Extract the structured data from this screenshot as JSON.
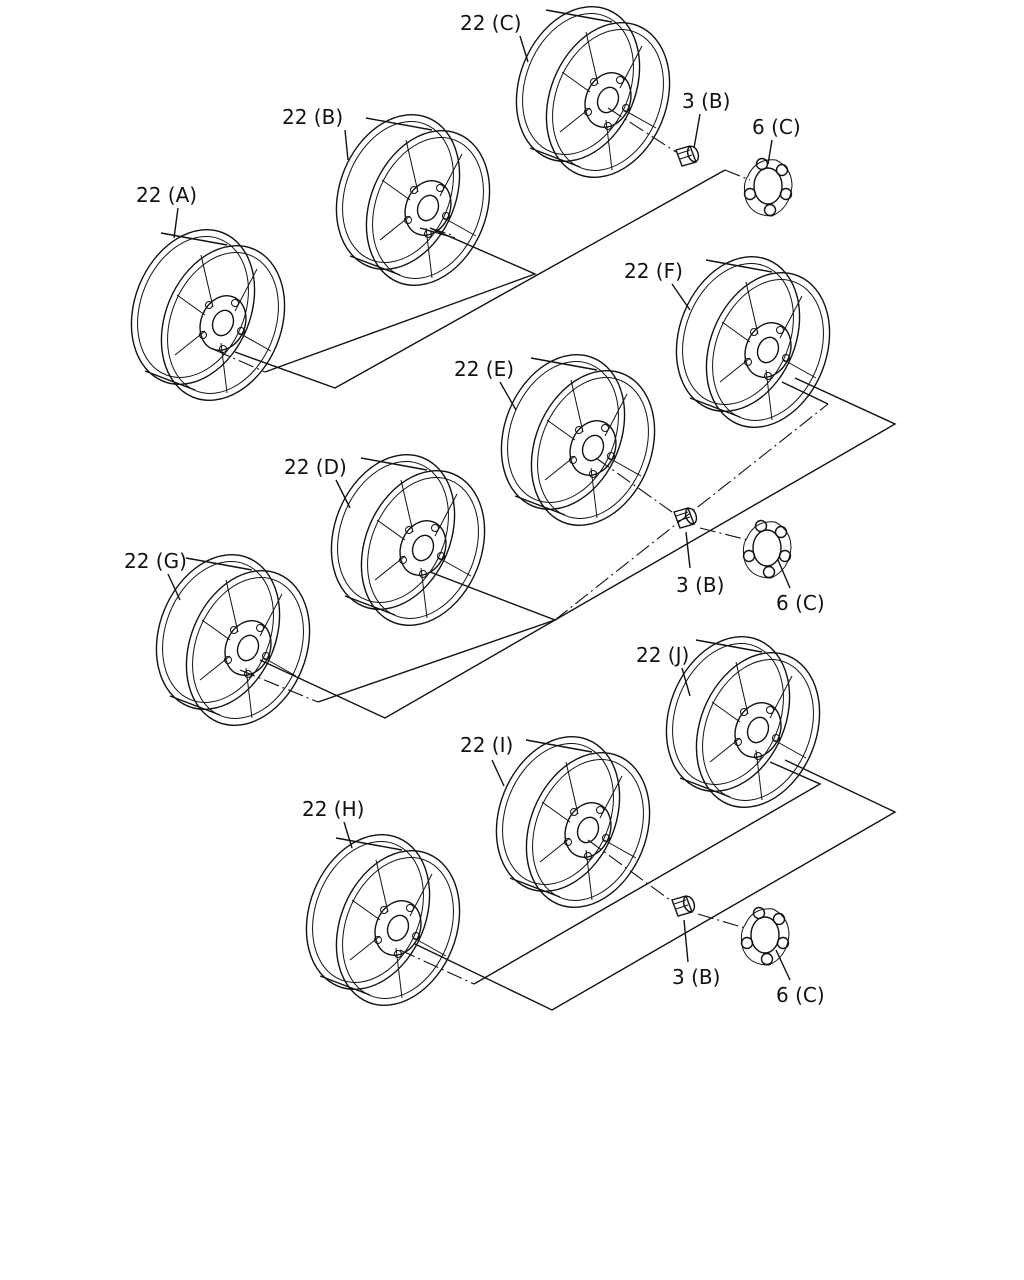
{
  "labels": {
    "wheel_a": "22 (A)",
    "wheel_b": "22 (B)",
    "wheel_c": "22 (C)",
    "wheel_d": "22 (D)",
    "wheel_e": "22 (E)",
    "wheel_f": "22 (F)",
    "wheel_g": "22 (G)",
    "wheel_h": "22 (H)",
    "wheel_i": "22 (I)",
    "wheel_j": "22 (J)",
    "nut_1": "3 (B)",
    "nut_2": "3 (B)",
    "nut_3": "3 (B)",
    "cap_1": "6 (C)",
    "cap_2": "6 (C)",
    "cap_3": "6 (C)"
  }
}
